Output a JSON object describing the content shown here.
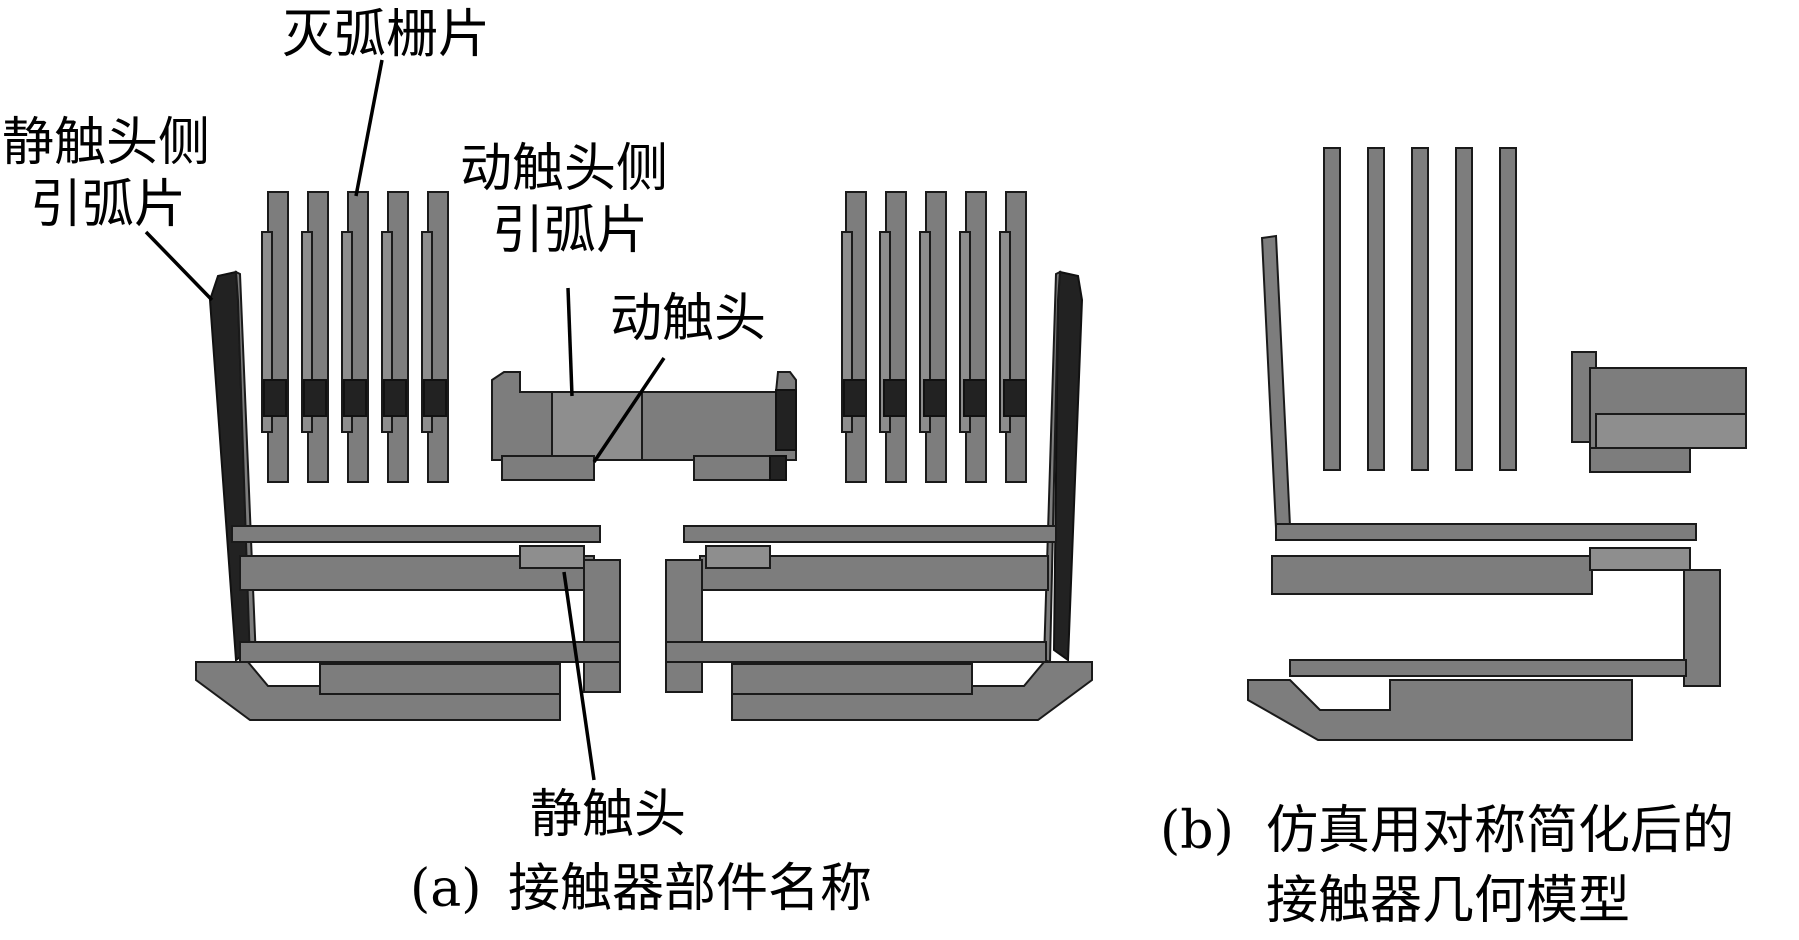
{
  "labels": {
    "arc_grid": "灭弧栅片",
    "static_runner_line1": "静触头侧",
    "static_runner_line2": "引弧片",
    "moving_runner_line1": "动触头侧",
    "moving_runner_line2": "引弧片",
    "moving_contact": "动触头",
    "static_contact": "静触头"
  },
  "captions": {
    "a_tag": "(a)",
    "a_text": "接触器部件名称",
    "b_tag": "(b)",
    "b_line1": "仿真用对称简化后的",
    "b_line2": "接触器几何模型"
  }
}
